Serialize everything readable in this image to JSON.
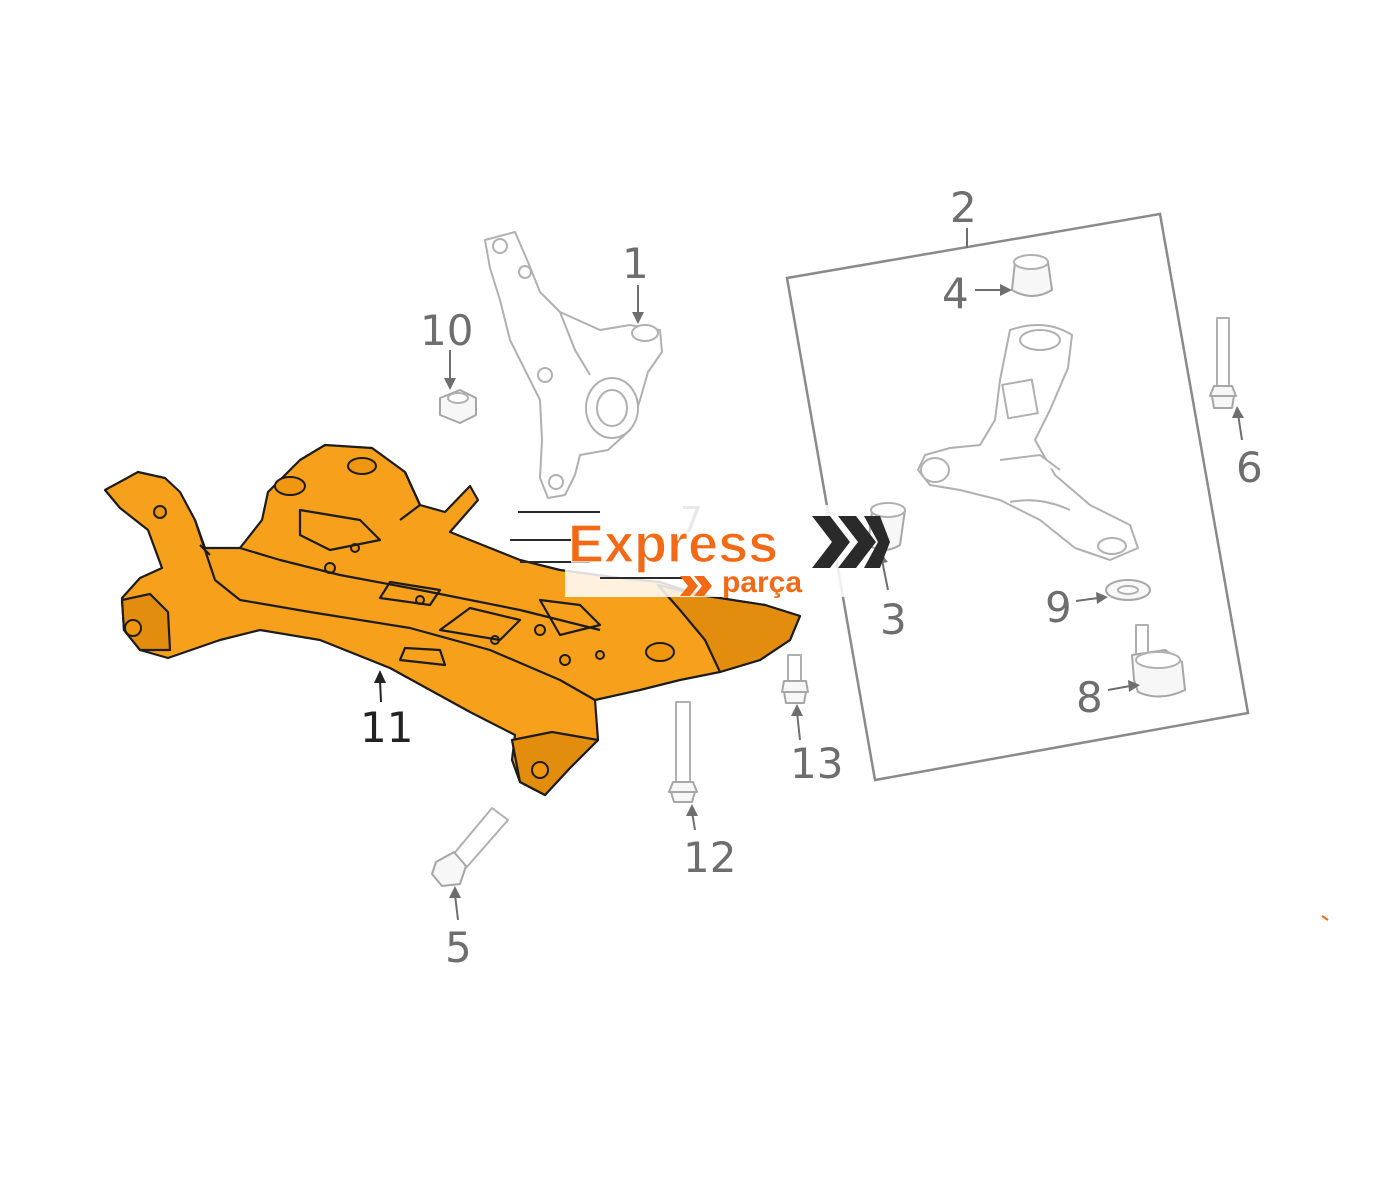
{
  "diagram": {
    "callouts": {
      "c1": "1",
      "c2": "2",
      "c3": "3",
      "c4": "4",
      "c5": "5",
      "c6": "6",
      "c7": "7",
      "c8": "8",
      "c9": "9",
      "c10": "10",
      "c11": "11",
      "c12": "12",
      "c13": "13"
    },
    "colors": {
      "subframe": "#f6a01c",
      "outline": "#1c1c1c",
      "callout": "#6e6e6e",
      "logo": "#f26a16"
    }
  },
  "watermark": {
    "brand": "Express",
    "tagline": "parça"
  }
}
